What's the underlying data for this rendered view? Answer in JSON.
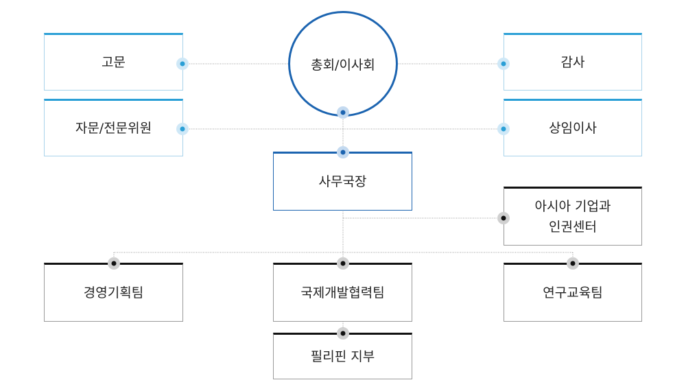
{
  "nodes": {
    "general_assembly": "총회/이사회",
    "advisor": "고문",
    "advisory_committee": "자문/전문위원",
    "auditor": "감사",
    "standing_director": "상임이사",
    "secretary_general": "사무국장",
    "asia_center_line1": "아시아 기업과",
    "asia_center_line2": "인권센터",
    "planning_team": "경영기획팀",
    "intl_dev_team": "국제개발협력팀",
    "research_team": "연구교육팀",
    "philippines_branch": "필리핀 지부"
  },
  "colors": {
    "dark_blue": "#1c64b0",
    "light_blue": "#2a9fd6",
    "black": "#111111",
    "line_gray": "#aaaaaa"
  }
}
